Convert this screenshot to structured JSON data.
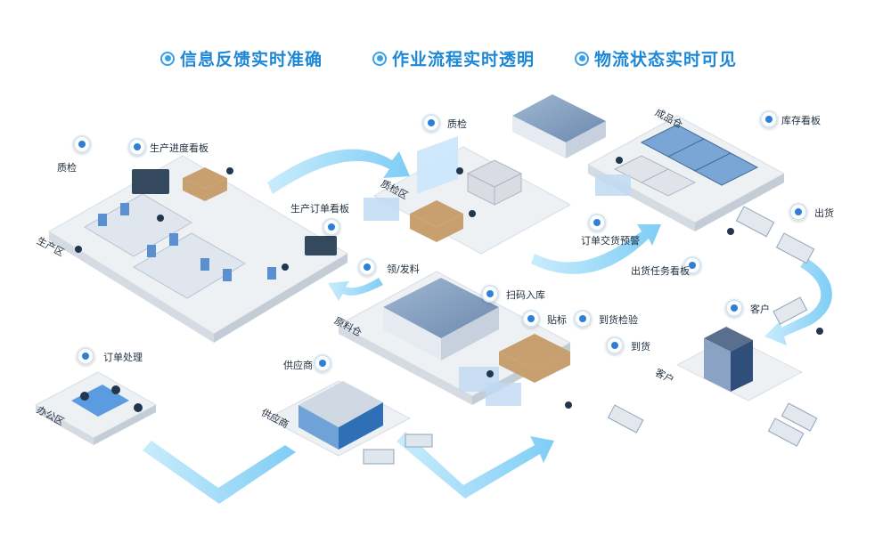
{
  "header": {
    "items": [
      {
        "label": "信息反馈实时准确"
      },
      {
        "label": "作业流程实时透明"
      },
      {
        "label": "物流状态实时可见"
      }
    ]
  },
  "zones": {
    "production": "生产区",
    "office": "办公区",
    "supplier": "供应商",
    "inspection": "质检区",
    "raw_material": "原料仓",
    "finished_goods": "成品仓",
    "customer_zone": "客户"
  },
  "callouts": {
    "qc_left": "质检",
    "progress_board": "生产进度看板",
    "order_board": "生产订单看板",
    "qc_top": "质检",
    "inventory_board": "库存看板",
    "outbound": "出货",
    "order_alert": "订单交货预警",
    "shipping_board": "出货任务看板",
    "material_issue": "领/发料",
    "scan_in": "扫码入库",
    "labeling": "贴标",
    "arrival_check": "到货检验",
    "arrival": "到货",
    "customer": "客户",
    "order_processing": "订单处理",
    "supplier": "供应商"
  },
  "colors": {
    "accent": "#3aa1e8",
    "header_text": "#1e88d8",
    "flow": "#8fd3f7",
    "platform": "#eef1f4",
    "pin": "#2f7fd6"
  }
}
